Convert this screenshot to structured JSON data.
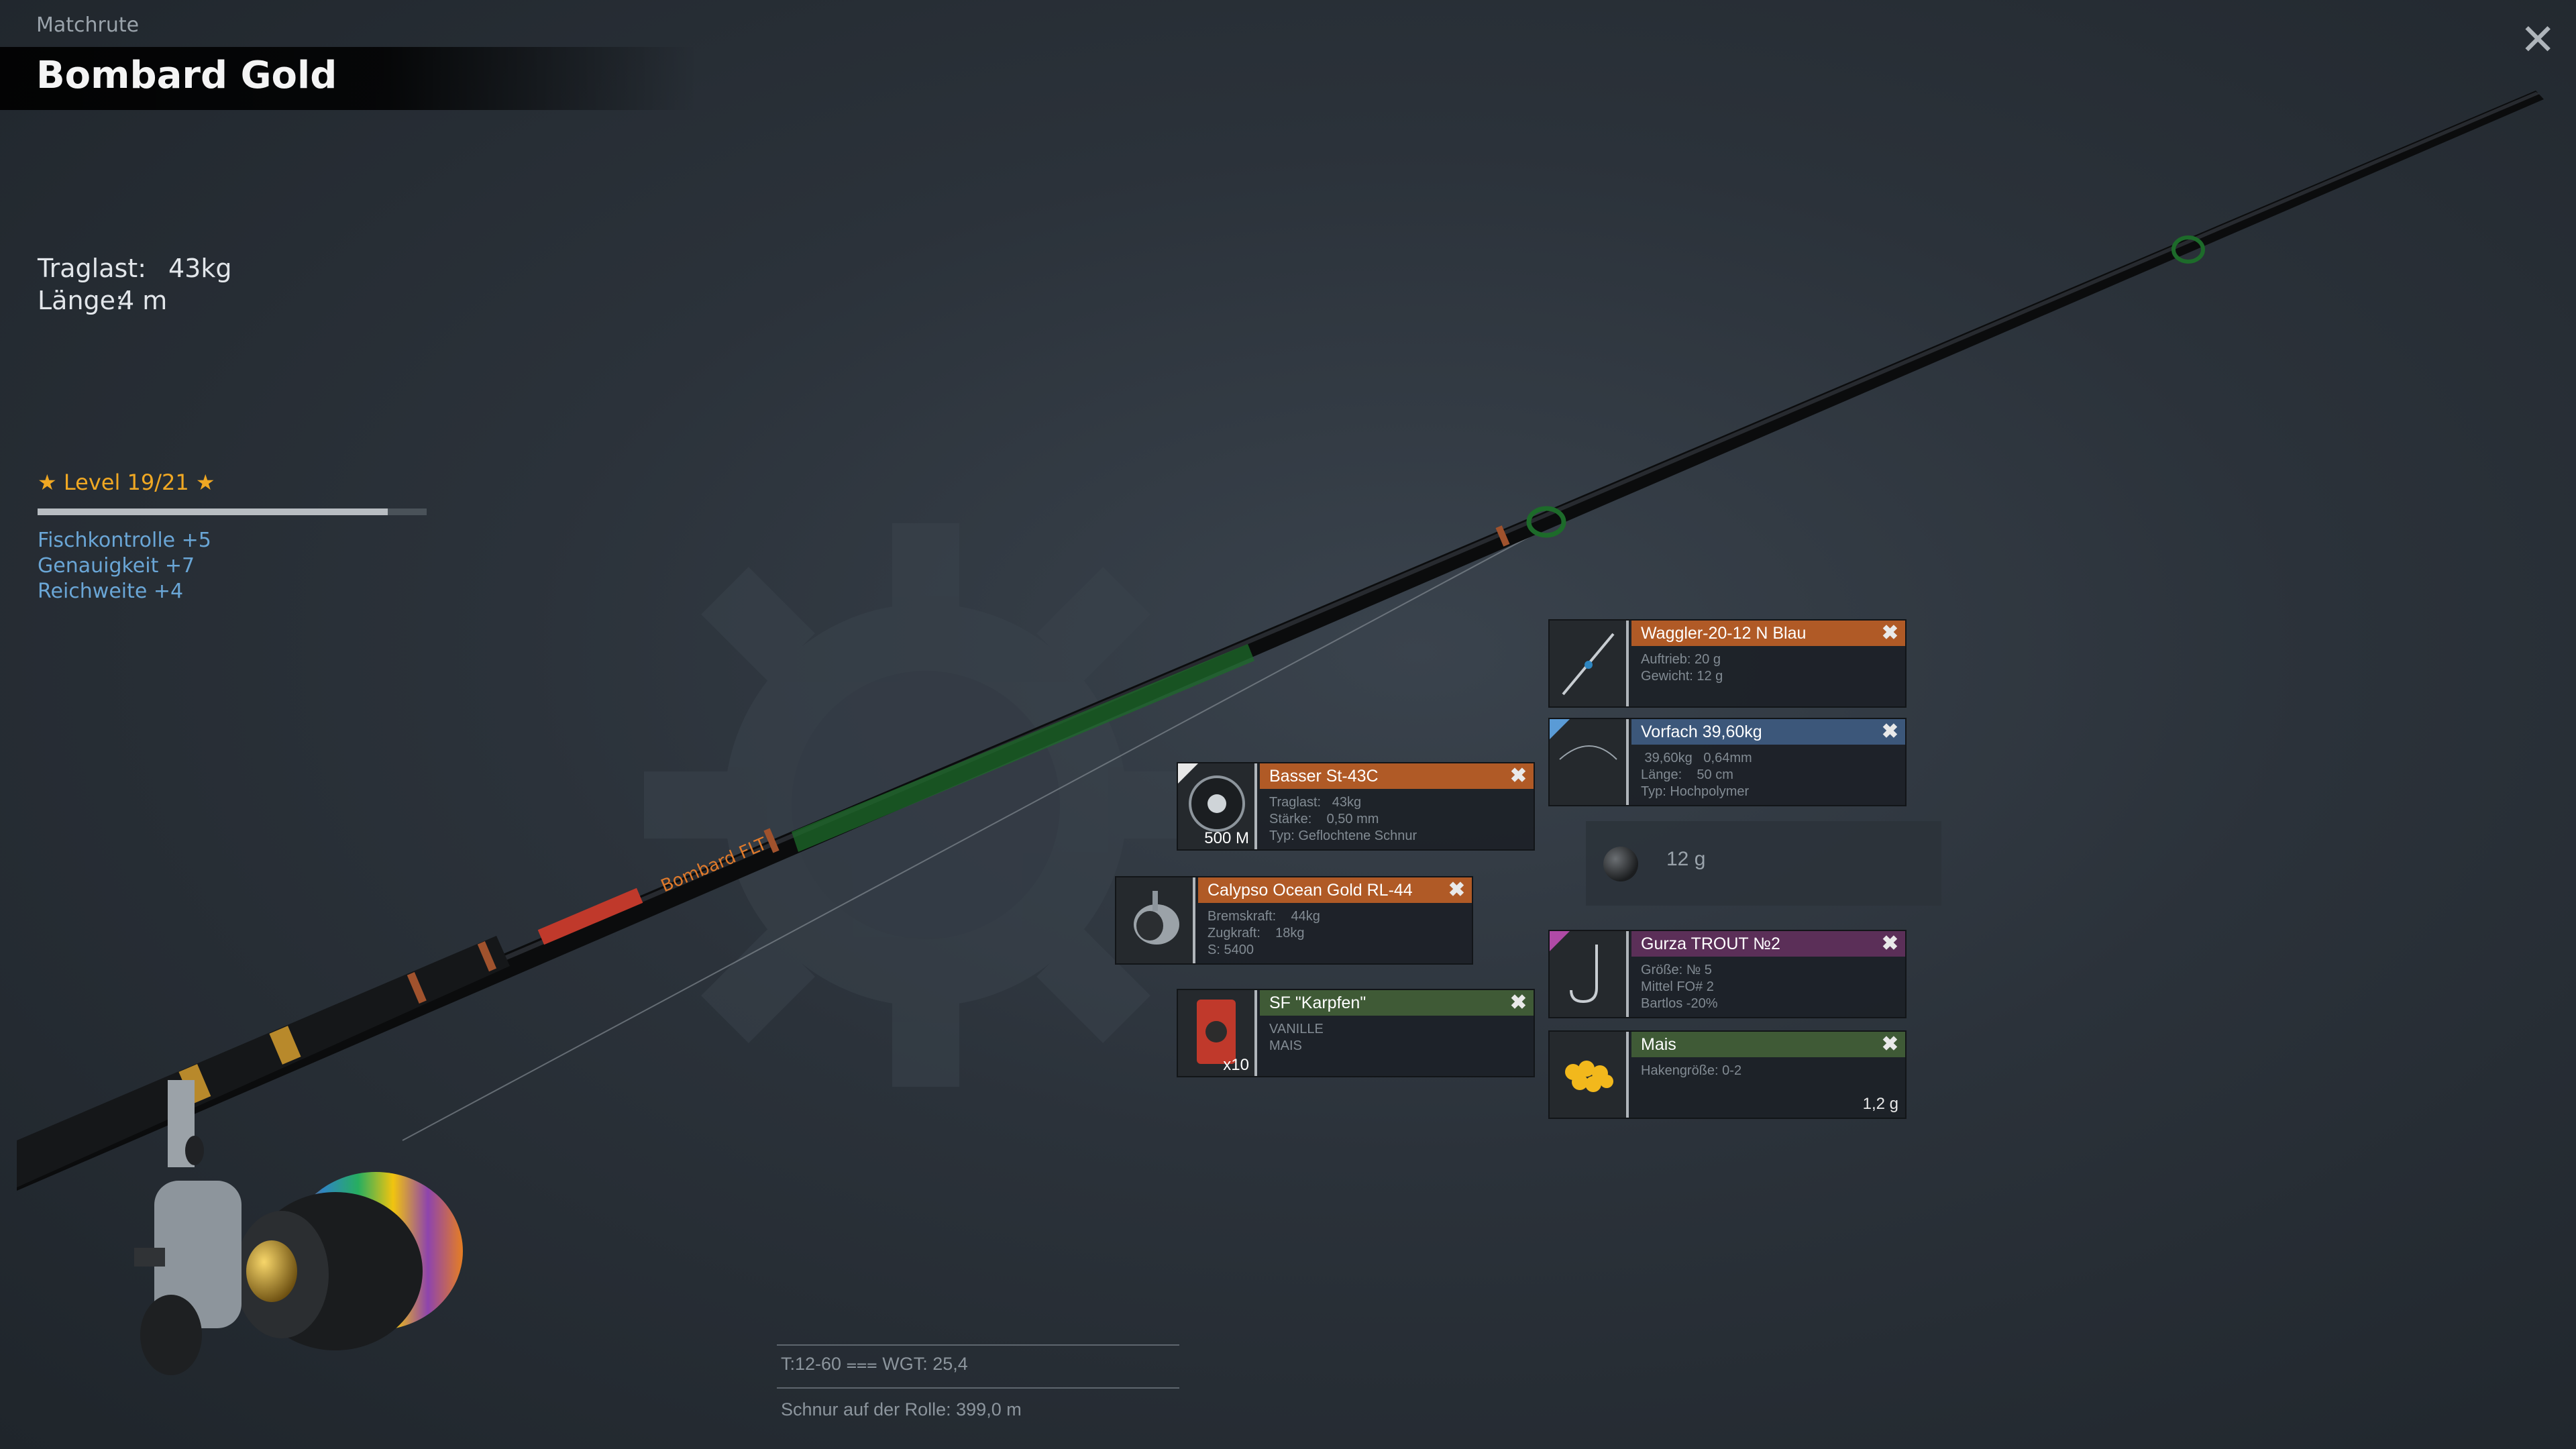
{
  "header": {
    "category": "Matchrute",
    "title": "Bombard Gold",
    "close_symbol": "✕"
  },
  "stats": {
    "load_label": "Traglast:",
    "load_value": "43kg",
    "length_label": "Länge:",
    "length_value": "4 m"
  },
  "level": {
    "text": "★ Level 19/21 ★",
    "progress": 0.9
  },
  "bonuses": [
    "Fischkontrolle +5",
    "Genauigkeit +7",
    "Reichweite +4"
  ],
  "rod_brand_text": "Bombard FLT",
  "tackle": {
    "float": {
      "name": "Waggler-20-12 N Blau",
      "info": "Auftrieb: 20 g\nGewicht: 12 g",
      "color": "#b05a26"
    },
    "leader": {
      "name": "Vorfach  39,60kg",
      "info": " 39,60kg   0,64mm\nLänge:    50 cm\nTyp: Hochpolymer",
      "color": "#3c577a"
    },
    "line": {
      "name": "Basser St-43C",
      "info": "Traglast:   43kg\nStärke:    0,50 mm\nTyp: Geflochtene Schnur",
      "thumb_label": "500 M",
      "color": "#b05a26"
    },
    "sinker": {
      "weight": "12 g"
    },
    "reel": {
      "name": "Calypso Ocean Gold RL-44",
      "info": "Bremskraft:    44kg\nZugkraft:    18kg\nS: 5400",
      "color": "#b05a26"
    },
    "hook": {
      "name": "Gurza TROUT №2",
      "info": "Größe: № 5\nMittel FO# 2\nBartlos -20%",
      "color": "#5b2f58"
    },
    "bait": {
      "name": "SF \"Karpfen\"",
      "info": "VANILLE\nMAIS",
      "thumb_label": "x10",
      "color": "#3f5a36"
    },
    "corn": {
      "name": "Mais",
      "info": "Hakengröße: 0-2",
      "qty": "1,2 g",
      "color": "#3f5a36"
    }
  },
  "bottom": {
    "specs": "T:12-60   ⩶ WGT: 25,4",
    "line_on_reel": "Schnur auf der Rolle: 399,0 m"
  }
}
